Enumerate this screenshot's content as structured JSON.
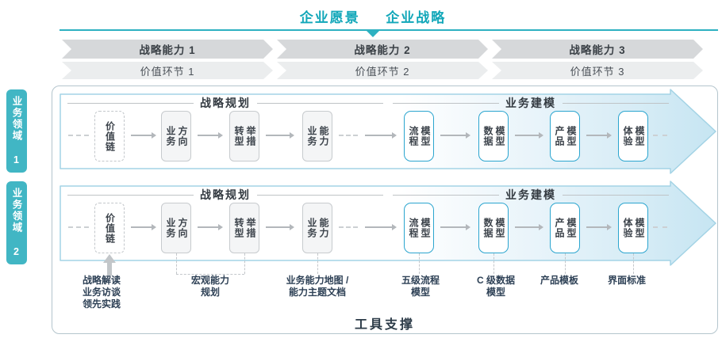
{
  "title": {
    "vision": "企业愿景",
    "strategy": "企业战略"
  },
  "capability_bar": {
    "items": [
      {
        "label": "战略能力 1"
      },
      {
        "label": "战略能力 2"
      },
      {
        "label": "战略能力 3"
      }
    ]
  },
  "value_bar": {
    "items": [
      {
        "label": "价值环节 1"
      },
      {
        "label": "价值环节 2"
      },
      {
        "label": "价值环节 3"
      }
    ]
  },
  "domains": {
    "d1": "业务领域 1",
    "d2": "业务领域 2"
  },
  "sections": {
    "planning": "战略规划",
    "modeling": "业务建模"
  },
  "boxes": {
    "b0": "价值链",
    "b1": "业务\n方向",
    "b2": "转型\n举措",
    "b3": "业务\n能力",
    "b4": "流程\n模型",
    "b5": "数据\n模型",
    "b6": "产品\n模型",
    "b7": "体验\n模型"
  },
  "annotations": {
    "a0": "战略解读\n业务访谈\n领先实践",
    "a1": "宏观能力\n规划",
    "a2": "业务能力地图 /\n能力主题文档",
    "a3": "五级流程\n模型",
    "a4": "C 级数据\n模型",
    "a5": "产品模板",
    "a6": "界面标准"
  },
  "footer": {
    "label": "工具支撑"
  },
  "colors": {
    "accent": "#12a7b9",
    "domain_bg": "#41b6c4",
    "model_border": "#2ba5cf",
    "arrow_fill": "#c6e5f2"
  }
}
